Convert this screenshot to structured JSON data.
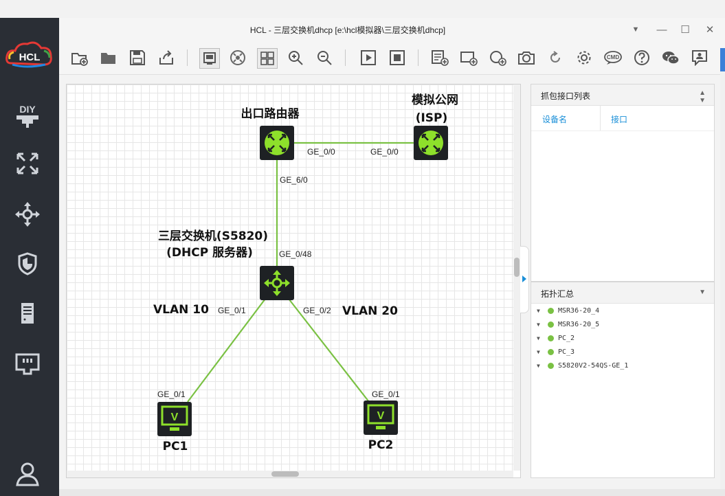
{
  "app": {
    "title": "HCL - 三层交换机dhcp [e:\\hcl模拟器\\三层交换机dhcp]",
    "logo_text": "HCL"
  },
  "colors": {
    "sidebar_bg": "#2a2e35",
    "link_green": "#7ac143",
    "device_bg": "#1e2124",
    "device_green": "#8ee02b",
    "accent_blue": "#1a8fd8"
  },
  "sidebar": {
    "items": [
      {
        "icon": "diy-icon",
        "label": "DIY"
      },
      {
        "icon": "router-icon"
      },
      {
        "icon": "switch-icon"
      },
      {
        "icon": "firewall-icon"
      },
      {
        "icon": "server-icon"
      },
      {
        "icon": "terminal-icon"
      },
      {
        "icon": "user-icon"
      }
    ]
  },
  "toolbar": {
    "icons": [
      "new-project-icon",
      "open-project-icon",
      "save-icon",
      "export-icon",
      "screenshot-icon",
      "show-interface-icon",
      "grid-icon",
      "zoom-in-icon",
      "zoom-out-icon",
      "start-all-icon",
      "stop-all-icon",
      "add-text-icon",
      "add-rectangle-icon",
      "add-ellipse-icon",
      "capture-icon",
      "refresh-icon",
      "settings-icon",
      "cmd-icon",
      "help-icon",
      "wechat-icon",
      "feedback-icon"
    ],
    "cmd_label": "CMD"
  },
  "window_controls": {
    "menu": "▼",
    "minimize": "—",
    "maximize": "☐",
    "close": "✕"
  },
  "topology": {
    "devices": [
      {
        "id": "router",
        "label": "出口路由器",
        "type": "router"
      },
      {
        "id": "isp",
        "label_line1": "模拟公网",
        "label_line2": "(ISP)",
        "type": "router"
      },
      {
        "id": "switch",
        "label_line1": "三层交换机(S5820)",
        "label_line2": "(DHCP 服务器)",
        "type": "switch"
      },
      {
        "id": "pc1",
        "label": "PC1",
        "type": "pc"
      },
      {
        "id": "pc2",
        "label": "PC2",
        "type": "pc"
      }
    ],
    "ports": {
      "router_isp": "GE_0/0",
      "isp_router": "GE_0/0",
      "router_switch": "GE_6/0",
      "switch_router": "GE_0/48",
      "switch_pc1": "GE_0/1",
      "switch_pc2": "GE_0/2",
      "pc1_switch": "GE_0/1",
      "pc2_switch": "GE_0/1"
    },
    "vlans": {
      "left": "VLAN 10",
      "right": "VLAN 20"
    },
    "pc_glyph": "V"
  },
  "capture_panel": {
    "title": "抓包接口列表",
    "col_device": "设备名",
    "col_interface": "接口"
  },
  "topology_summary": {
    "title": "拓扑汇总",
    "items": [
      "MSR36-20_4",
      "MSR36-20_5",
      "PC_2",
      "PC_3",
      "S5820V2-54QS-GE_1"
    ]
  }
}
